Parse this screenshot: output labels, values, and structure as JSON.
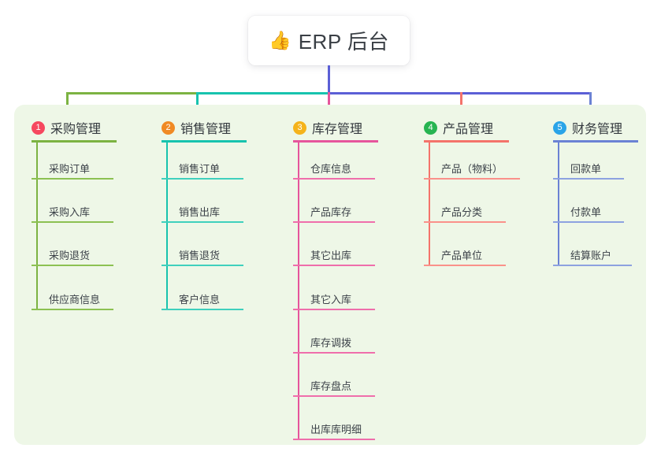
{
  "root": {
    "icon": "thumbs-up",
    "icon_glyph": "👍",
    "title": "ERP 后台"
  },
  "theme": {
    "panel_bg": "#eef7e7",
    "page_bg": "#ffffff",
    "text": "#33383e",
    "trunk": "#5b5fd6"
  },
  "columns": [
    {
      "index": "1",
      "title": "采购管理",
      "badge_color": "#f6485f",
      "line_color": "#7cb342",
      "items": [
        "采购订单",
        "采购入库",
        "采购退货",
        "供应商信息"
      ]
    },
    {
      "index": "2",
      "title": "销售管理",
      "badge_color": "#f08a24",
      "line_color": "#17c3ae",
      "items": [
        "销售订单",
        "销售出库",
        "销售退货",
        "客户信息"
      ]
    },
    {
      "index": "3",
      "title": "库存管理",
      "badge_color": "#f5b31b",
      "line_color": "#e6559c",
      "items": [
        "仓库信息",
        "产品库存",
        "其它出库",
        "其它入库",
        "库存调拨",
        "库存盘点",
        "出库库明细"
      ]
    },
    {
      "index": "4",
      "title": "产品管理",
      "badge_color": "#27b451",
      "line_color": "#f4736b",
      "items": [
        "产品（物料）",
        "产品分类",
        "产品单位"
      ]
    },
    {
      "index": "5",
      "title": "财务管理",
      "badge_color": "#2aa4e8",
      "line_color": "#6b82d4",
      "items": [
        "回款单",
        "付款单",
        "结算账户"
      ]
    }
  ],
  "connectors": {
    "trunk_color": "#5b5fd6",
    "bar_segments": [
      {
        "name": "bar-green",
        "color": "#7cb342"
      },
      {
        "name": "bar-teal",
        "color": "#17c3ae"
      },
      {
        "name": "bar-blue",
        "color": "#5b5fd6"
      }
    ],
    "drops": [
      {
        "name": "drop-1",
        "color": "#7cb342"
      },
      {
        "name": "drop-2",
        "color": "#17c3ae"
      },
      {
        "name": "drop-3",
        "color": "#e6559c"
      },
      {
        "name": "drop-4",
        "color": "#f4736b"
      },
      {
        "name": "drop-5",
        "color": "#6b82d4"
      }
    ]
  }
}
